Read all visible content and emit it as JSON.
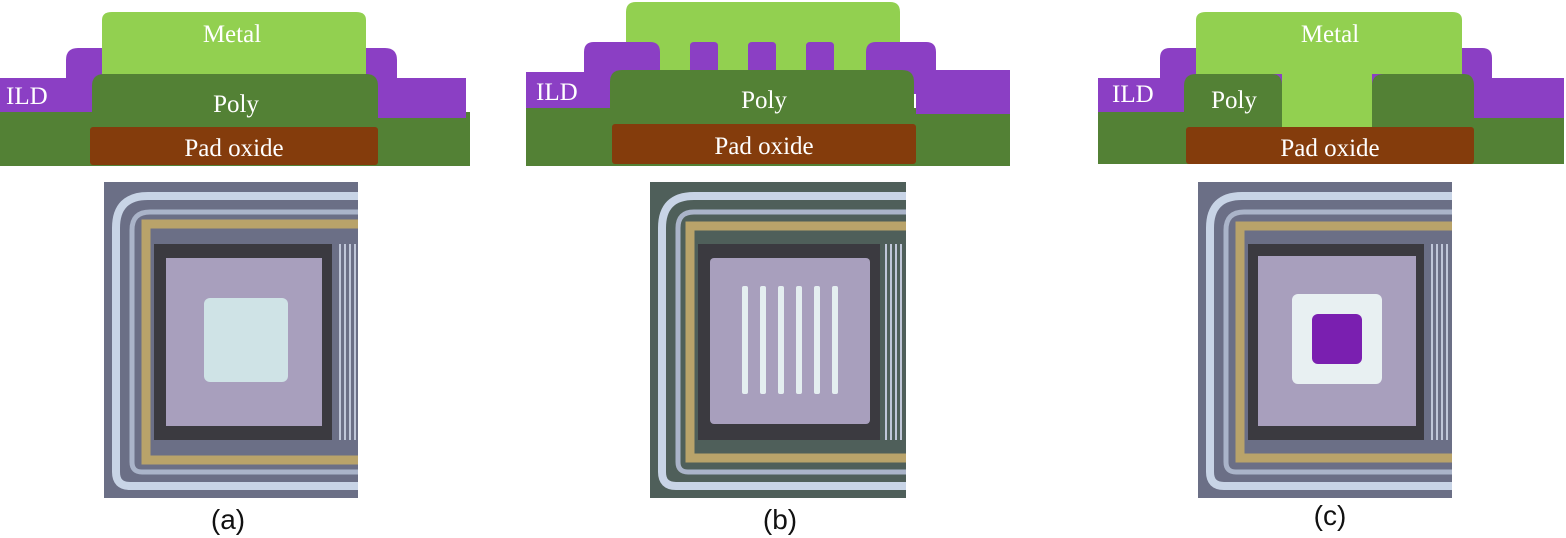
{
  "colors": {
    "metal": "#92d050",
    "ild": "#8b3fc4",
    "poly": "#538135",
    "pad_oxide": "#843c0c",
    "pad_surface": "#a89fbd",
    "contact_opening": "#cfe3e6",
    "via_fill": "#7a1fb0"
  },
  "panels": [
    {
      "caption": "(a)",
      "layers": {
        "metal": "Metal",
        "ild": "ILD",
        "poly": "Poly",
        "pad_oxide": "Pad oxide"
      },
      "photo_contact": "single-square-opening"
    },
    {
      "caption": "(b)",
      "layers": {
        "ild": "ILD",
        "poly": "Poly",
        "pad_oxide": "Pad oxide"
      },
      "photo_contact": "six-stripe-openings"
    },
    {
      "caption": "(c)",
      "layers": {
        "metal": "Metal",
        "ild": "ILD",
        "poly": "Poly",
        "pad_oxide": "Pad oxide"
      },
      "photo_contact": "square-opening-with-via"
    }
  ]
}
